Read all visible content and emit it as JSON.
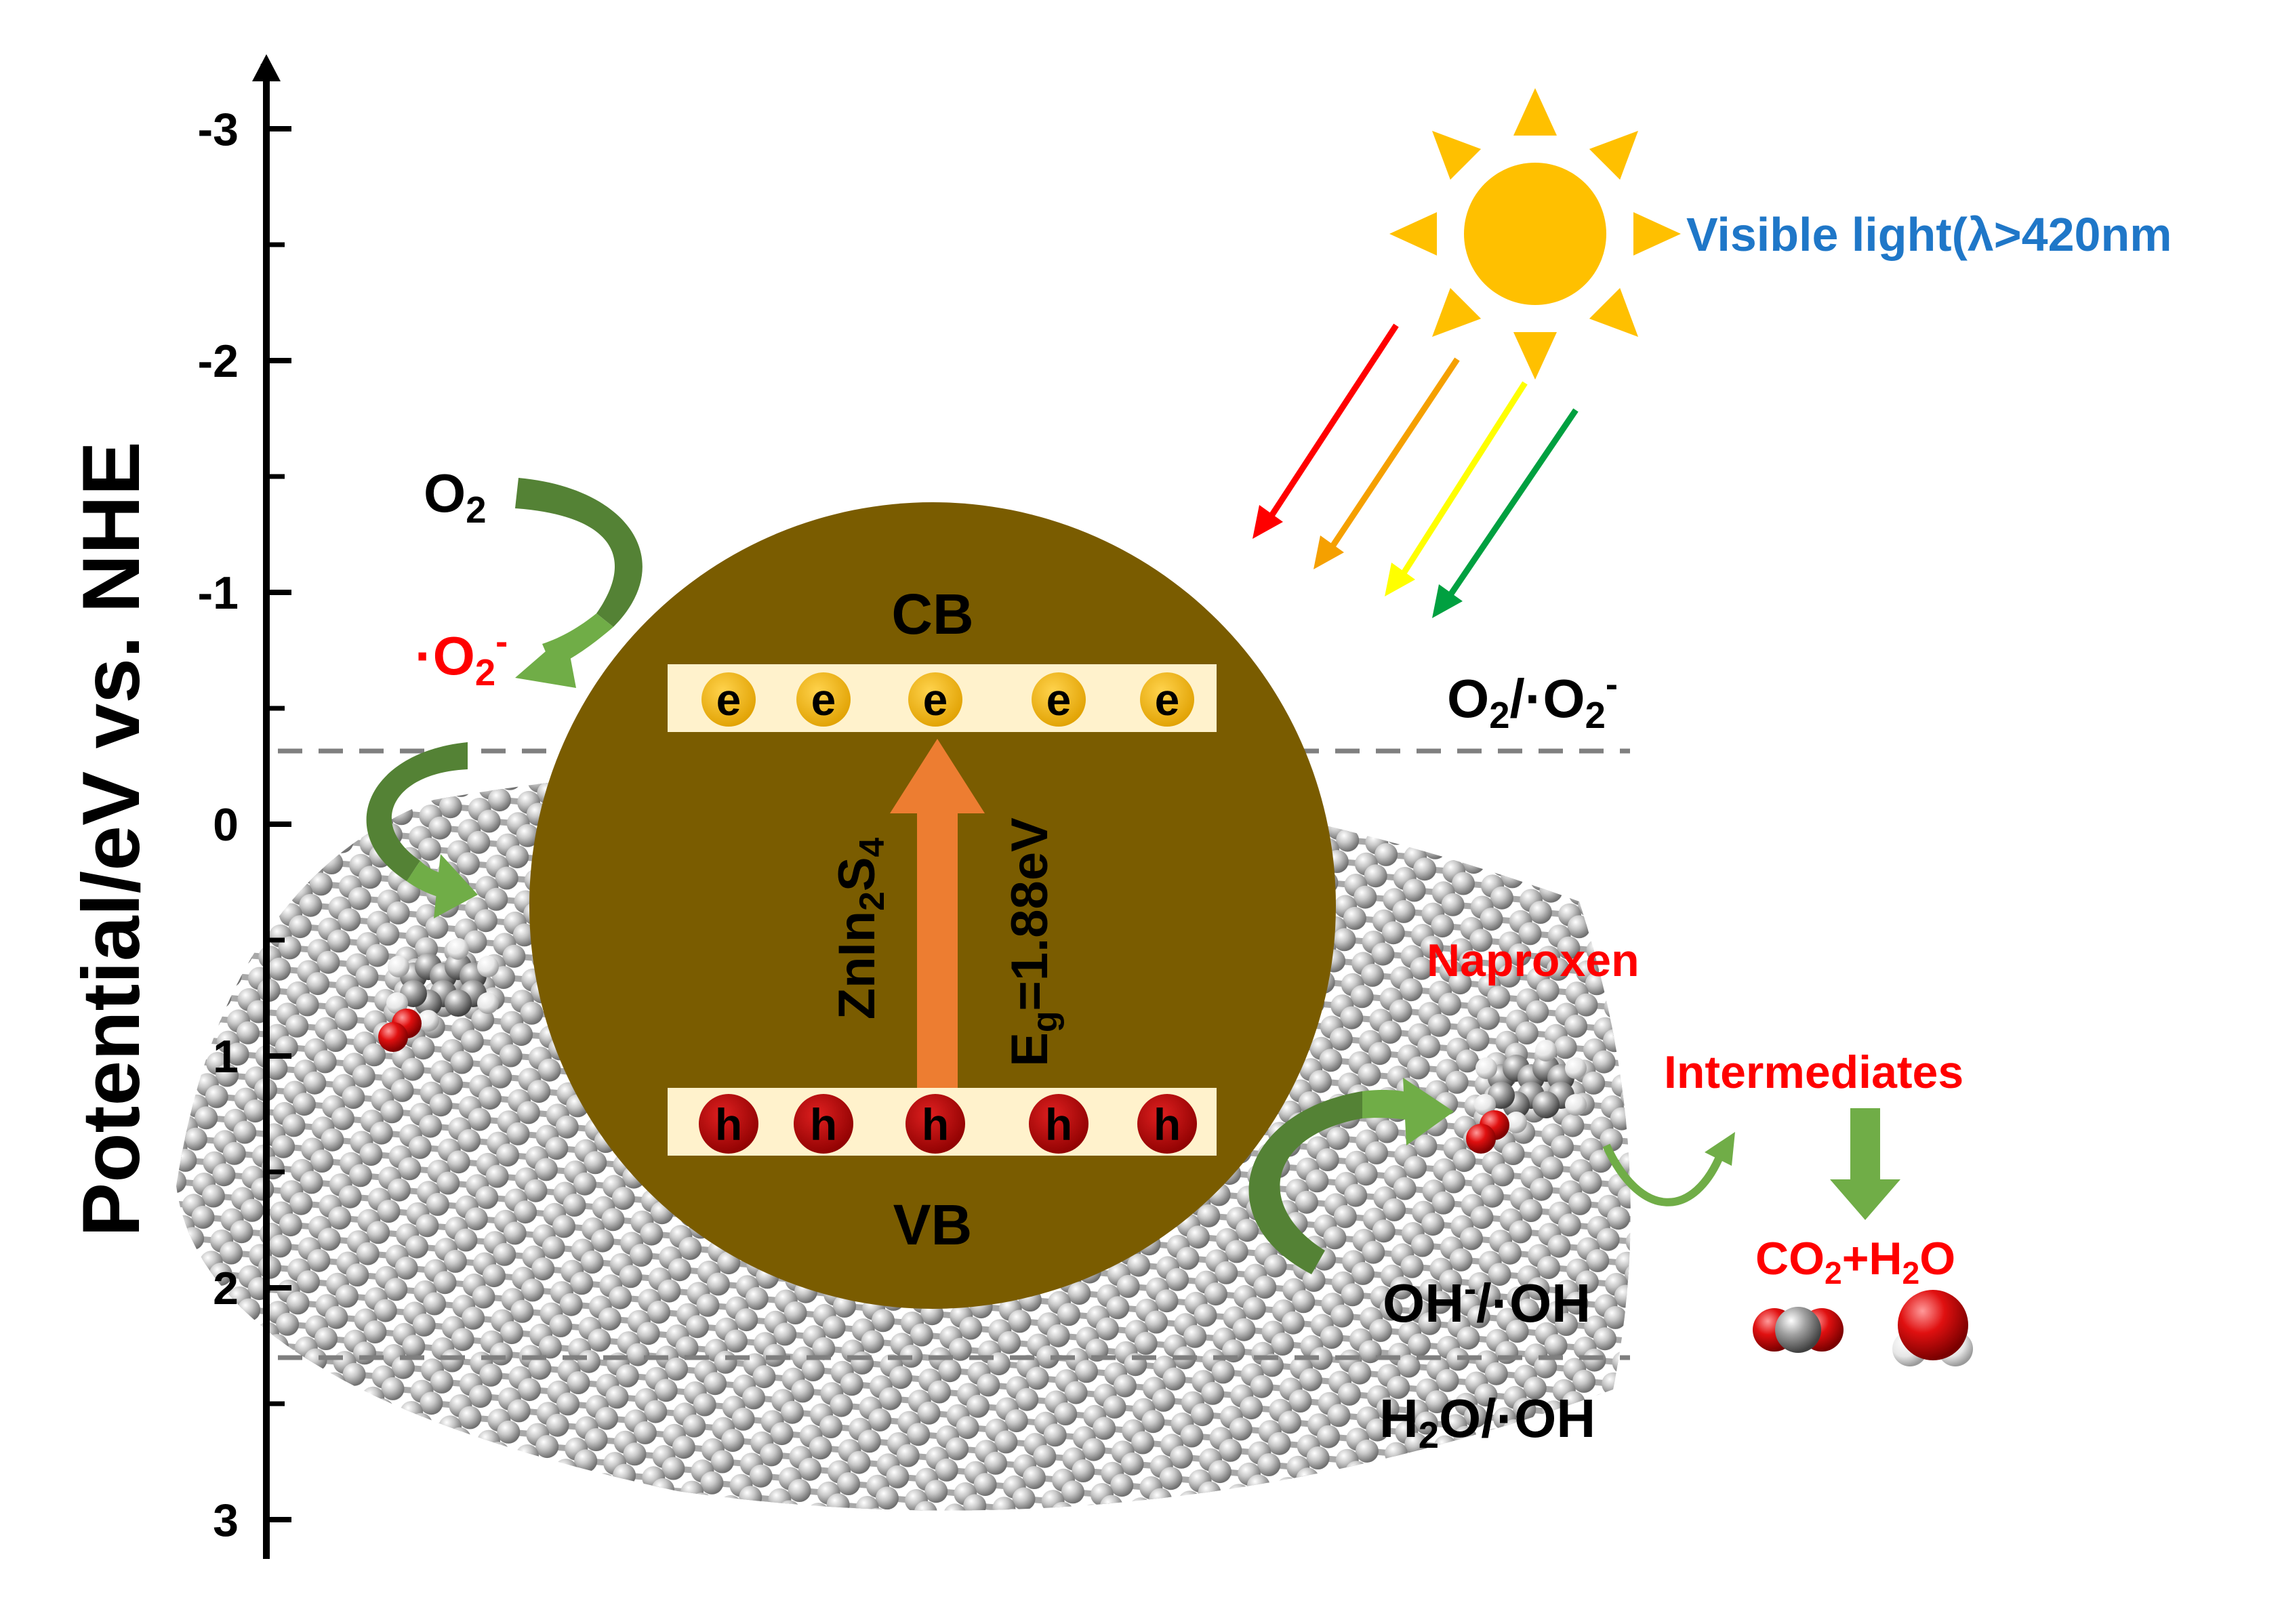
{
  "axis": {
    "label": "Potential/eV vs. NHE",
    "ticks": [
      "-3",
      "-2",
      "-1",
      "0",
      "1",
      "2",
      "3"
    ]
  },
  "bands": {
    "cb_label": "CB",
    "vb_label": "VB",
    "electron": "e",
    "hole": "h",
    "electron_count": 5,
    "hole_count": 5
  },
  "catalyst": {
    "formula_base": "ZnIn",
    "formula_sub1": "2",
    "formula_mid": "S",
    "formula_sub2": "4",
    "gap_prefix": "E",
    "gap_sub": "g",
    "gap_value": "=1.88eV"
  },
  "light": {
    "label": "Visible light(λ>420nm"
  },
  "redox": {
    "o2_left": "O",
    "o2_left_sub": "2",
    "superoxide": "·O",
    "superoxide_sub": "2",
    "superoxide_sup": "-",
    "o2_couple_a": "O",
    "o2_couple_sub_a": "2",
    "o2_couple_b": "/·O",
    "o2_couple_sub_b": "2",
    "o2_couple_sup": "-",
    "oh_couple_a": "OH",
    "oh_couple_sup": "-",
    "oh_couple_b": "/·OH",
    "h2o_couple_a": "H",
    "h2o_couple_sub": "2",
    "h2o_couple_b": "O/·OH"
  },
  "products": {
    "naproxen": "Naproxen",
    "intermediates": "Intermediates",
    "co2_a": "CO",
    "co2_sub": "2",
    "co2_b": "+H",
    "h2o_sub": "2",
    "co2_c": "O"
  },
  "colors": {
    "particle": "#7a5c00",
    "band_fill": "#fff2cc",
    "electron_fill": "#f5b800",
    "hole_fill": "#c00000",
    "excitation_arrow": "#ed7d31",
    "curved_arrow": "#70ad47",
    "label_red": "#ff0000",
    "label_blue": "#1f77c8",
    "sun": "#ffc000",
    "dashed_line": "#7f7f7f",
    "graphene_atom": "#bdbdbd"
  }
}
